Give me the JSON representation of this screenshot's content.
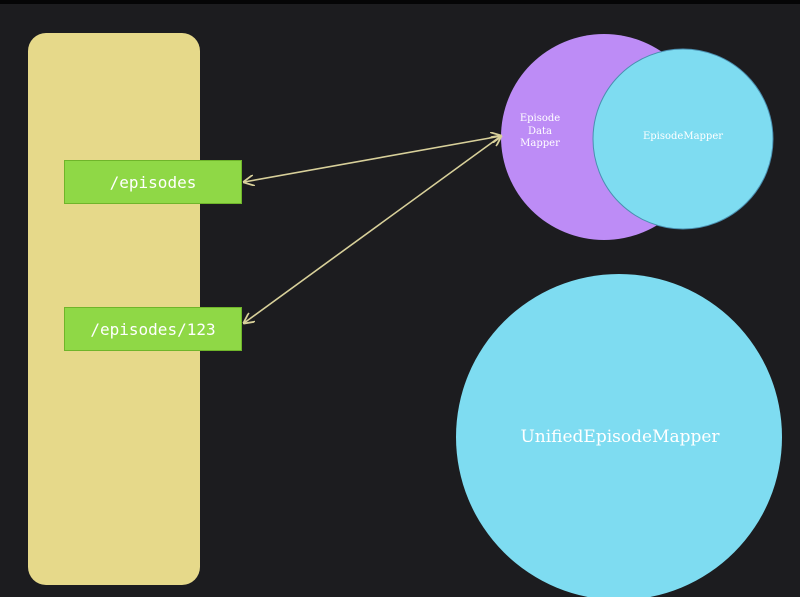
{
  "routes": {
    "list": "/episodes",
    "detail": "/episodes/123"
  },
  "mappers": {
    "episode_data_mapper": "Episode\nData\nMapper",
    "episode_mapper": "EpisodeMapper",
    "unified_episode_mapper": "UnifiedEpisodeMapper"
  },
  "colors": {
    "background": "#1c1c1f",
    "panel": "#e6d98a",
    "route_box": "#8fd846",
    "purple_circle": "#bd8cf6",
    "cyan_circle": "#7edcf1",
    "arrow": "#d8d09a"
  }
}
